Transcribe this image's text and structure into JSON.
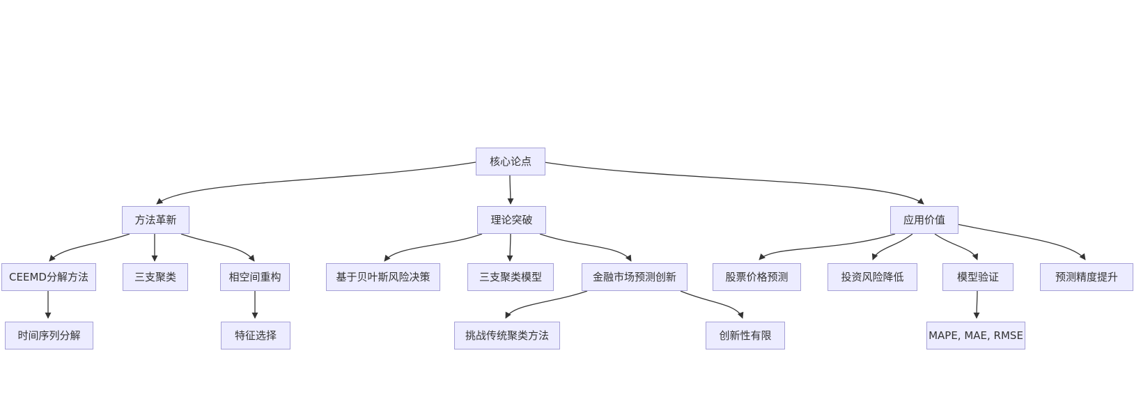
{
  "diagram": {
    "type": "flowchart",
    "direction": "top-down",
    "colors": {
      "background": "#ffffff",
      "node_fill": "#ECECFF",
      "node_border": "#a5a0d6",
      "node_text": "#333333",
      "edge": "#333333"
    },
    "nodes": [
      {
        "id": "core-thesis",
        "label": "核心论点"
      },
      {
        "id": "method-innovation",
        "label": "方法革新"
      },
      {
        "id": "theoretical-breakthrough",
        "label": "理论突破"
      },
      {
        "id": "application-value",
        "label": "应用价值"
      },
      {
        "id": "ceemd-decomposition",
        "label": "CEEMD分解方法"
      },
      {
        "id": "three-way-clustering",
        "label": "三支聚类"
      },
      {
        "id": "phase-space-reconstruction",
        "label": "相空间重构"
      },
      {
        "id": "bayesian-risk-decision",
        "label": "基于贝叶斯风险决策"
      },
      {
        "id": "three-way-clustering-model",
        "label": "三支聚类模型"
      },
      {
        "id": "financial-market-prediction-innovation",
        "label": "金融市场预测创新"
      },
      {
        "id": "stock-price-prediction",
        "label": "股票价格预测"
      },
      {
        "id": "investment-risk-reduction",
        "label": "投资风险降低"
      },
      {
        "id": "model-validation",
        "label": "模型验证"
      },
      {
        "id": "prediction-accuracy-improvement",
        "label": "预测精度提升"
      },
      {
        "id": "time-series-decomposition",
        "label": "时间序列分解"
      },
      {
        "id": "feature-selection",
        "label": "特征选择"
      },
      {
        "id": "challenge-traditional-clustering",
        "label": "挑战传统聚类方法"
      },
      {
        "id": "limited-innovation",
        "label": "创新性有限"
      },
      {
        "id": "evaluation-metrics",
        "label": "MAPE, MAE, RMSE"
      }
    ],
    "edges": [
      {
        "from": "core-thesis",
        "to": "method-innovation"
      },
      {
        "from": "core-thesis",
        "to": "theoretical-breakthrough"
      },
      {
        "from": "core-thesis",
        "to": "application-value"
      },
      {
        "from": "method-innovation",
        "to": "ceemd-decomposition"
      },
      {
        "from": "method-innovation",
        "to": "three-way-clustering"
      },
      {
        "from": "method-innovation",
        "to": "phase-space-reconstruction"
      },
      {
        "from": "theoretical-breakthrough",
        "to": "bayesian-risk-decision"
      },
      {
        "from": "theoretical-breakthrough",
        "to": "three-way-clustering-model"
      },
      {
        "from": "theoretical-breakthrough",
        "to": "financial-market-prediction-innovation"
      },
      {
        "from": "financial-market-prediction-innovation",
        "to": "challenge-traditional-clustering"
      },
      {
        "from": "financial-market-prediction-innovation",
        "to": "limited-innovation"
      },
      {
        "from": "application-value",
        "to": "stock-price-prediction"
      },
      {
        "from": "application-value",
        "to": "investment-risk-reduction"
      },
      {
        "from": "application-value",
        "to": "model-validation"
      },
      {
        "from": "application-value",
        "to": "prediction-accuracy-improvement"
      },
      {
        "from": "ceemd-decomposition",
        "to": "time-series-decomposition"
      },
      {
        "from": "phase-space-reconstruction",
        "to": "feature-selection"
      },
      {
        "from": "model-validation",
        "to": "evaluation-metrics"
      }
    ]
  }
}
